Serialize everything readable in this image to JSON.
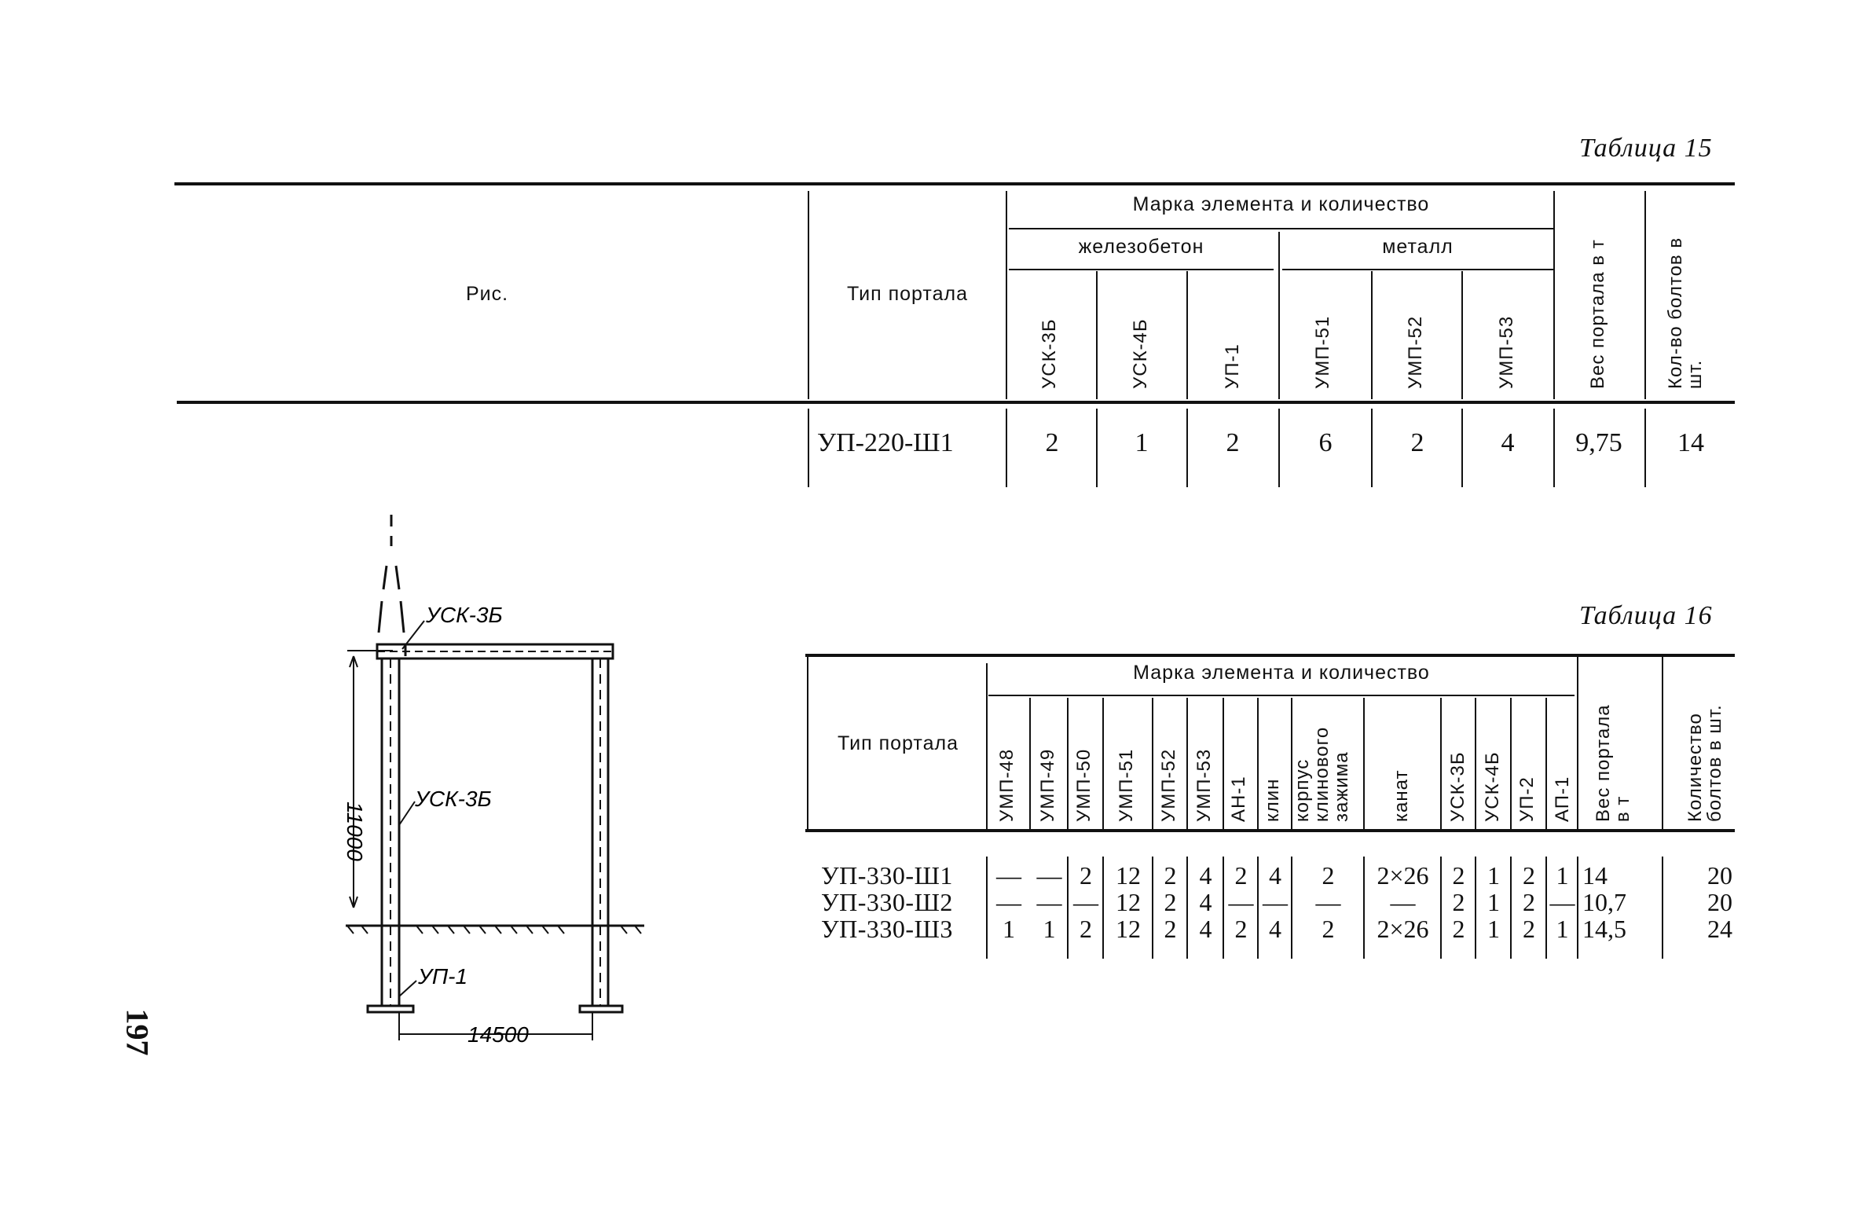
{
  "table15": {
    "caption": "Таблица 15",
    "col_fig": "Рис.",
    "col_type": "Тип портала",
    "group_header": "Марка элемента и количество",
    "sub_concrete": "железобетон",
    "sub_metal": "металл",
    "elements": [
      "УСК-3Б",
      "УСК-4Б",
      "УП-1",
      "УМП-51",
      "УМП-52",
      "УМП-53"
    ],
    "col_weight": "Вес портала в т",
    "col_bolts": "Кол-во болтов в шт.",
    "rows": [
      {
        "type": "УП-220-Ш1",
        "values": [
          "2",
          "1",
          "2",
          "6",
          "2",
          "4"
        ],
        "weight": "9,75",
        "bolts": "14"
      }
    ]
  },
  "table16": {
    "caption": "Таблица 16",
    "col_type": "Тип портала",
    "group_header": "Марка элемента и количество",
    "elements": [
      "УМП-48",
      "УМП-49",
      "УМП-50",
      "УМП-51",
      "УМП-52",
      "УМП-53",
      "АН-1",
      "клин",
      "корпус клинового зажима",
      "канат",
      "УСК-3Б",
      "УСК-4Б",
      "УП-2",
      "АП-1"
    ],
    "col_weight": "Вес портала в т",
    "col_bolts": "Количество болтов в шт.",
    "rows": [
      {
        "type": "УП-330-Ш1",
        "values": [
          "—",
          "—",
          "2",
          "12",
          "2",
          "4",
          "2",
          "4",
          "2",
          "2×26",
          "2",
          "1",
          "2",
          "1"
        ],
        "weight": "14",
        "bolts": "20"
      },
      {
        "type": "УП-330-Ш2",
        "values": [
          "—",
          "—",
          "—",
          "12",
          "2",
          "4",
          "—",
          "—",
          "—",
          "—",
          "2",
          "1",
          "2",
          "—"
        ],
        "weight": "10,7",
        "bolts": "20"
      },
      {
        "type": "УП-330-Ш3",
        "values": [
          "1",
          "1",
          "2",
          "12",
          "2",
          "4",
          "2",
          "4",
          "2",
          "2×26",
          "2",
          "1",
          "2",
          "1"
        ],
        "weight": "14,5",
        "bolts": "24"
      }
    ]
  },
  "drawing": {
    "label_beam": "УСК-3Б",
    "label_column": "УСК-3Б",
    "label_base": "УП-1",
    "dim_height": "11000",
    "dim_span": "14500"
  },
  "page_number": "197"
}
